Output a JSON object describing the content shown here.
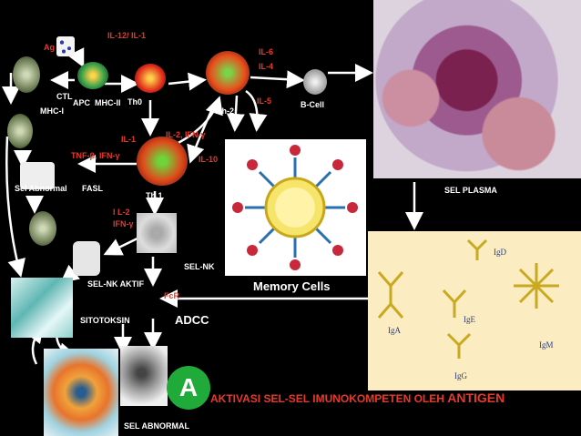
{
  "labels": {
    "ag": "Ag",
    "il12_il1": "IL-12/ IL-1",
    "il6": "IL-6",
    "il4": "IL-4",
    "il5": "IL-5",
    "ctl": "CTL",
    "apc": "APC",
    "mhc_ii": "MHC-II",
    "th0": "Th0",
    "th2": "Th-2",
    "bcell": "B-Cell",
    "mhc_i": "MHC-I",
    "il1": "IL-1",
    "il2_ifn": "IL-2, IFN-γ",
    "il10": "IL-10",
    "tnf_ifn": "TNF-β, IFN-γ",
    "sel_abnormal_top": "Sel Abnormal",
    "fasl": "FASL",
    "th1": "Th.1",
    "il2_ifn_left": "I L-2",
    "ifn_left": "IFN-γ",
    "sel_nk": "SEL-NK",
    "sel_nk_aktif": "SEL-NK AKTIF",
    "fcr": "FcR",
    "sitotoksin": "SITOTOKSIN",
    "adcc": "ADCC",
    "memory_cells": "Memory Cells",
    "sel_plasma": "SEL PLASMA",
    "sel_abnormal_bottom": "SEL ABNORMAL",
    "badge_letter": "A",
    "title_part1": "AKTIVASI SEL-SEL IMUNOKOMPETEN OLEH",
    "title_part2": "ANTIGEN",
    "iga": "IgA",
    "igd": "IgD",
    "ige": "IgE",
    "igm": "IgM",
    "igg": "IgG"
  },
  "colors": {
    "background": "#000000",
    "label_red": "#e53a2a",
    "badge_green": "#1faa3a",
    "arrow_white": "#ffffff",
    "title_red": "#e53a2a"
  }
}
